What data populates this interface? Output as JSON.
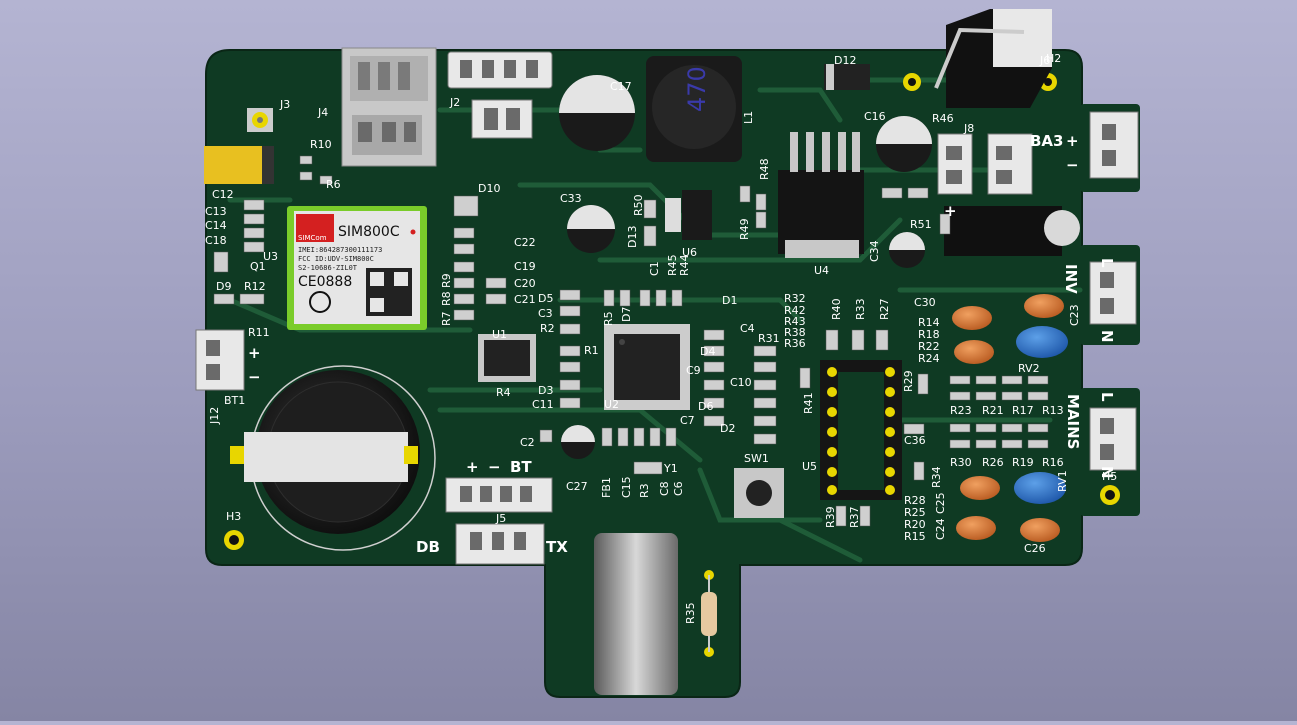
{
  "board": {
    "colors": {
      "mask": "#0f3a23",
      "copper_trace": "#1f5c38",
      "silk": "#ffffff",
      "pad": "#c9c9c9",
      "background": "#a8a8c8"
    }
  },
  "modules": {
    "sim": {
      "title": "SIM800C",
      "brand": "SIMCom",
      "lines": [
        "IMEI:864287300111173",
        "FCC ID:UDV-SIM800C",
        "S2-10686-ZIL0T"
      ],
      "cert": "CE0888"
    },
    "inductor": {
      "marking": "470"
    }
  },
  "labels": {
    "refs": [
      "J3",
      "J4",
      "J2",
      "J8",
      "C17",
      "L1",
      "D12",
      "R46",
      "C16",
      "J6",
      "R10",
      "R6",
      "C12",
      "C13",
      "C14",
      "C18",
      "D10",
      "C33",
      "R50",
      "D13",
      "U6",
      "R49",
      "R48",
      "U4",
      "C34",
      "R51",
      "C22",
      "C19",
      "C20",
      "C21",
      "D5",
      "C3",
      "R9",
      "R8",
      "R7",
      "R5",
      "D7",
      "C1",
      "R45",
      "R44",
      "R2",
      "U1",
      "R1",
      "R4",
      "D3",
      "C11",
      "D1",
      "C4",
      "D4",
      "C9",
      "C10",
      "D6",
      "C7",
      "D2",
      "R31",
      "R32",
      "R42",
      "R43",
      "R38",
      "R36",
      "R40",
      "R33",
      "R27",
      "R41",
      "R29",
      "C36",
      "U5",
      "R23",
      "R21",
      "R17",
      "R13",
      "R30",
      "R26",
      "R19",
      "R16",
      "R14",
      "R18",
      "R22",
      "R24",
      "C30",
      "C23",
      "RV2",
      "RV1",
      "R28",
      "R25",
      "R20",
      "R15",
      "R34",
      "C25",
      "C24",
      "C26",
      "R39",
      "R37",
      "SW1",
      "Y1",
      "R3",
      "C8",
      "C6",
      "FB1",
      "C15",
      "C27",
      "C2",
      "U2",
      "U3",
      "Q1",
      "D9",
      "R12",
      "R11",
      "BT1",
      "J12",
      "J5",
      "H3",
      "H5",
      "H2",
      "R35"
    ],
    "connectors": {
      "battery": "BA3",
      "inverter": "INV",
      "mains": "MAINS",
      "bt": "BT",
      "debug": "DB",
      "tx": "TX",
      "plus": "+",
      "minus": "−",
      "live": "L",
      "neutral": "N"
    }
  }
}
